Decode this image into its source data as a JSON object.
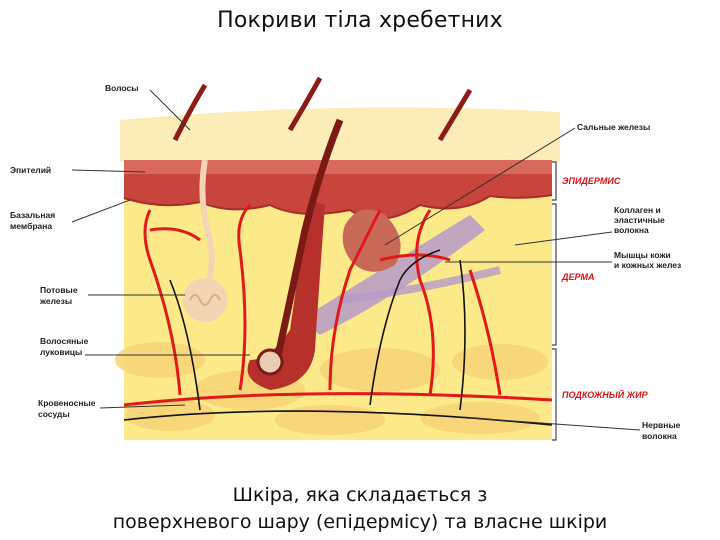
{
  "slide": {
    "title": "Покриви тіла хребетних",
    "caption_line1": "Шкіра, яка складається з",
    "caption_line2": "поверхневого шару (епідермісу) та власне шкіри"
  },
  "diagram": {
    "left_labels": {
      "hair": "Волосы",
      "epithelium": "Эпителий",
      "basal_1": "Базальная",
      "basal_2": "мембрана",
      "sweat_1": "Потовые",
      "sweat_2": "железы",
      "bulb_1": "Волосяные",
      "bulb_2": "луковицы",
      "blood_1": "Кровеносные",
      "blood_2": "сосуды"
    },
    "right_labels": {
      "sebaceous": "Сальные железы",
      "collagen_1": "Коллаген и",
      "collagen_2": "эластичные",
      "collagen_3": "волокна",
      "muscles_1": "Мышцы кожи",
      "muscles_2": "и кожных желез",
      "nerves_1": "Нервные",
      "nerves_2": "волокна"
    },
    "layers": {
      "epidermis": "ЭПИДЕРМИС",
      "dermis": "ДЕРМА",
      "subcutaneous": "ПОДКОЖНЫЙ ЖИР"
    }
  }
}
